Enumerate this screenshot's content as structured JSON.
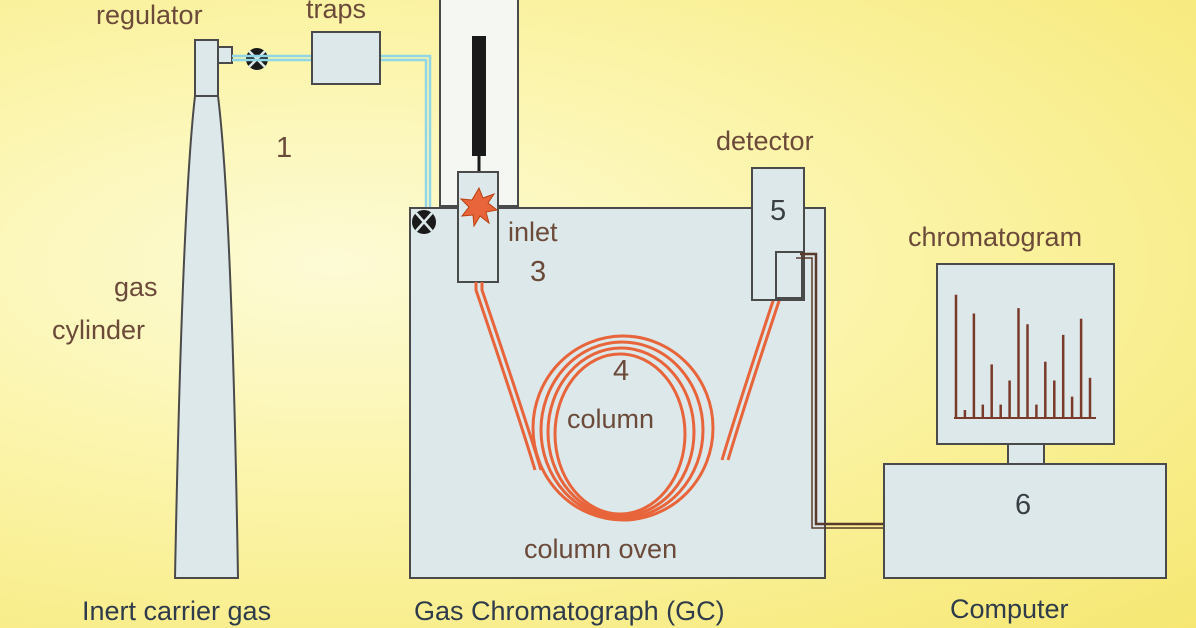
{
  "labels": {
    "regulator": "regulator",
    "traps": "traps",
    "gas_line1": "gas",
    "gas_line2": "cylinder",
    "detector": "detector",
    "inlet": "inlet",
    "column": "column",
    "column_oven": "column oven",
    "chromatogram": "chromatogram"
  },
  "numbers": {
    "n1": "1",
    "n3": "3",
    "n4": "4",
    "n5": "5",
    "n6": "6"
  },
  "captions": {
    "cylinder": "Inert carrier gas",
    "gc": "Gas Chromatograph (GC)",
    "computer": "Computer"
  },
  "colors": {
    "component_fill": "#dde8ea",
    "outline": "#4a4a4a",
    "gas_line": "#8fd6e6",
    "column_tube": "#e8643a",
    "signal_wire": "#5a3a2a",
    "peaks": "#7a3a2a",
    "text": "#6b4a3a"
  },
  "chromatogram": {
    "peaks": [
      0.92,
      0.06,
      0.78,
      0.1,
      0.4,
      0.1,
      0.28,
      0.82,
      0.7,
      0.1,
      0.42,
      0.28,
      0.62,
      0.16,
      0.74,
      0.3
    ]
  }
}
